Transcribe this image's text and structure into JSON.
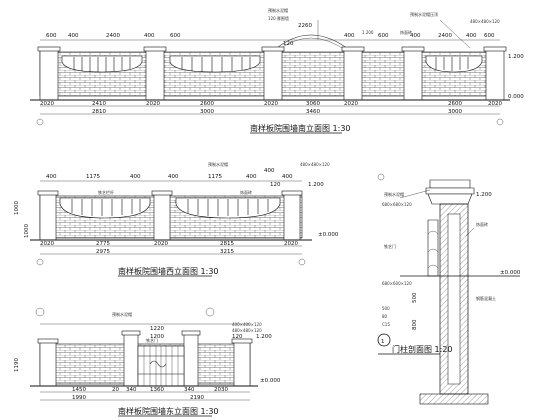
{
  "panels": {
    "south": {
      "title": "南样板院围墙南立面图 1:30",
      "top_dims": [
        "600",
        "400",
        "2400",
        "400",
        "600",
        "2260",
        "400",
        "600",
        "400",
        "2400",
        "400",
        "600",
        "120"
      ],
      "bottom_row1": [
        "2020",
        "2410",
        "2020",
        "2600",
        "2020",
        "3060",
        "2020",
        "2600",
        "2020"
      ],
      "bottom_row2": [
        "2810",
        "3000",
        "3460",
        "3000"
      ],
      "side_labels": [
        "1.200",
        "0.000"
      ],
      "notes": [
        "预制水泥帽",
        "120 厚围墙",
        "1.200",
        "饰面砖",
        "480×480×120",
        "预制水泥帽压顶"
      ]
    },
    "west": {
      "title": "南样板院围墙西立面图 1:30",
      "top_dims": [
        "400",
        "1175",
        "400",
        "400",
        "1175",
        "400",
        "400",
        "400",
        "120"
      ],
      "bottom_row1": [
        "2020",
        "2775",
        "2020",
        "2815",
        "2020"
      ],
      "bottom_row2": [
        "2975",
        "3215"
      ],
      "side_labels": [
        "1000",
        "1000",
        "1.200",
        "±0.000"
      ],
      "notes": [
        "预制水泥帽",
        "480×480×120",
        "饰面砖",
        "铁艺栏杆"
      ]
    },
    "east": {
      "title": "南样板院围墙东立面图 1:30",
      "top_dims": [
        "1220",
        "1200",
        "120"
      ],
      "bottom_row1": [
        "1450",
        "20",
        "340",
        "1360",
        "340",
        "2030"
      ],
      "bottom_row2": [
        "1990",
        "2190"
      ],
      "side_labels": [
        "1190",
        "1.200",
        "±0.000"
      ],
      "notes": [
        "预制水泥帽",
        "400×400×120",
        "480×480×120",
        "铁艺门"
      ]
    },
    "section": {
      "title": "门柱剖面图 1:20",
      "number": "1",
      "dims": [
        "680×680×120",
        "680×600×120",
        "500",
        "800",
        "500",
        "80",
        "C15"
      ],
      "level_labels": [
        "1.200",
        "±0.000"
      ],
      "notes": [
        "预制水泥帽",
        "饰面砖",
        "铁艺门",
        "钢筋混凝土"
      ]
    }
  }
}
